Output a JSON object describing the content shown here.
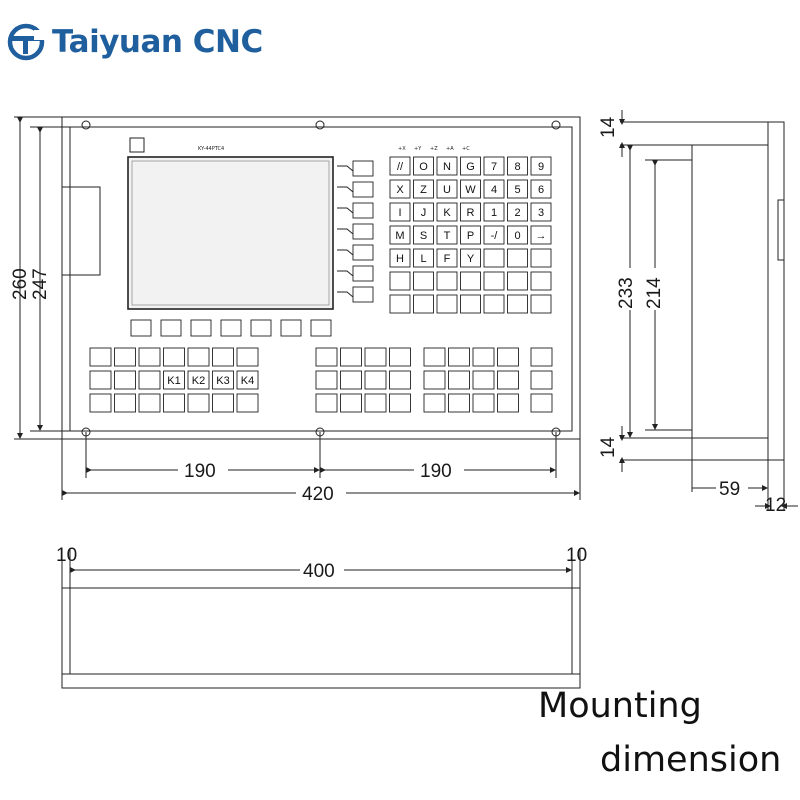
{
  "brand": {
    "name": "Taiyuan CNC",
    "color": "#1f5f9e",
    "logo_icon": "tc-logo-icon"
  },
  "dimensions": {
    "overall_width": "420",
    "left_span": "190",
    "right_span": "190",
    "overall_height": "260",
    "inner_height": "247",
    "side_outer_height": "233",
    "side_inner_height": "214",
    "top_offset": "14",
    "bottom_offset": "14",
    "depth": "59",
    "bezel": "12",
    "cutout_width": "400",
    "cutout_left_margin": "10",
    "cutout_right_margin": "10"
  },
  "panel": {
    "model": "KY-44PTC4",
    "axis_labels": [
      "+X",
      "+Y",
      "+Z",
      "+A",
      "+C"
    ],
    "keypad_rows": [
      [
        "//",
        "O",
        "N",
        "G",
        "7",
        "8",
        "9"
      ],
      [
        "X",
        "Z",
        "U",
        "W",
        "4",
        "5",
        "6"
      ],
      [
        "I",
        "J",
        "K",
        "R",
        "1",
        "2",
        "3"
      ],
      [
        "M",
        "S",
        "T",
        "P",
        "-/",
        "0",
        "→"
      ],
      [
        "H",
        "L",
        "F",
        "Y",
        "",
        "",
        ""
      ]
    ],
    "jog_keys": [
      "K1",
      "K2",
      "K3",
      "K4"
    ]
  },
  "caption": {
    "line1": "Mounting",
    "line2": "dimension"
  }
}
